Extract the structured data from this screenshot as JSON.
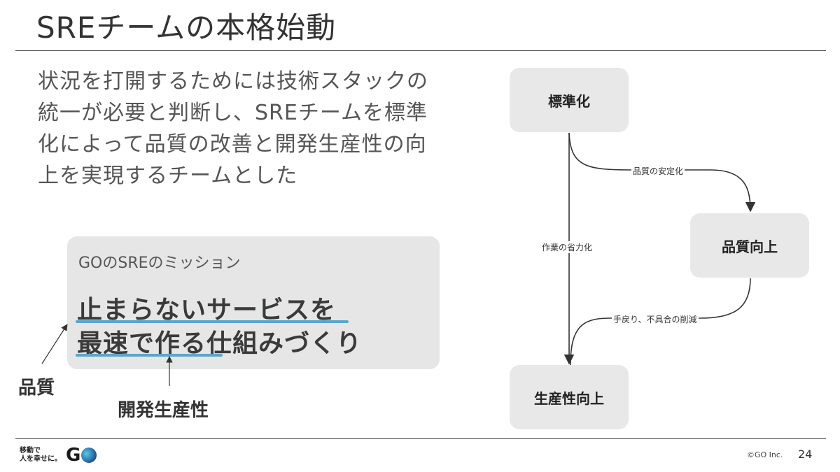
{
  "slide": {
    "title": "SREチームの本格始動",
    "body_lines": [
      "状況を打開するためには技術スタックの",
      "統一が必要と判断し、SREチームを標準",
      "化によって品質の改善と開発生産性の向",
      "上を実現するチームとした"
    ]
  },
  "mission": {
    "title": "GOのSREのミッション",
    "line1": "止まらないサービスを",
    "line2": "最速で作る仕組みづくり",
    "annotation_quality": "品質",
    "annotation_productivity": "開発生産性",
    "underline_color": "#5aa6cc"
  },
  "diagram": {
    "nodes": {
      "standardization": "標準化",
      "quality_up": "品質向上",
      "productivity_up": "生産性向上"
    },
    "edges": {
      "quality_stabilization": "品質の安定化",
      "labor_saving": "作業の省力化",
      "reduce_rework": "手戻り、不具合の削減"
    }
  },
  "footer": {
    "logo_tagline_1": "移動で",
    "logo_tagline_2": "人を幸せに。",
    "logo_g": "G",
    "copyright": "©GO Inc.",
    "page_number": "24"
  }
}
